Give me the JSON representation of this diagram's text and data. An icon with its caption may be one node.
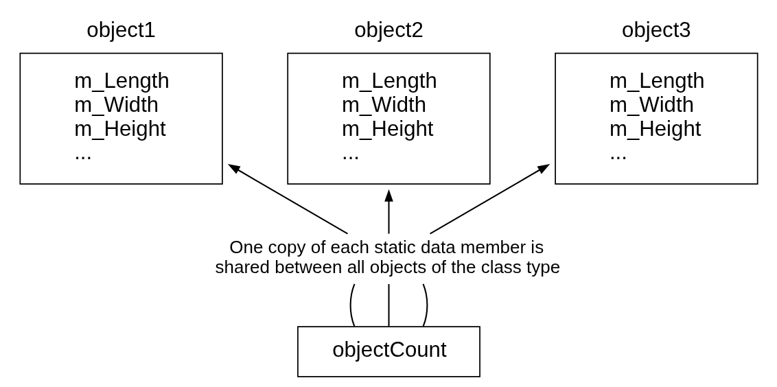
{
  "diagram": {
    "nodes": [
      {
        "text": [
          "object1",
          "m_Length",
          "m_Width",
          "m_Height",
          "..."
        ]
      },
      {
        "text": [
          "object2",
          "m_Length",
          "m_Width",
          "m_Height",
          "..."
        ]
      },
      {
        "text": [
          "object3",
          "m_Length",
          "m_Width",
          "m_Height",
          "..."
        ]
      },
      {
        "text": [
          "One copy of each static data member is shared between all objects of the class type"
        ]
      },
      {
        "text": [
          "objectCount"
        ]
      }
    ],
    "edges": [
      {
        "from": 3,
        "to": 0,
        "arrow": "to"
      },
      {
        "from": 3,
        "to": 1,
        "arrow": "to"
      },
      {
        "from": 3,
        "to": 2,
        "arrow": "to"
      },
      {
        "from": 4,
        "to": 3,
        "arrow": "none"
      },
      {
        "from": 4,
        "to": 3,
        "arrow": "none"
      },
      {
        "from": 4,
        "to": 3,
        "arrow": "none"
      }
    ]
  }
}
